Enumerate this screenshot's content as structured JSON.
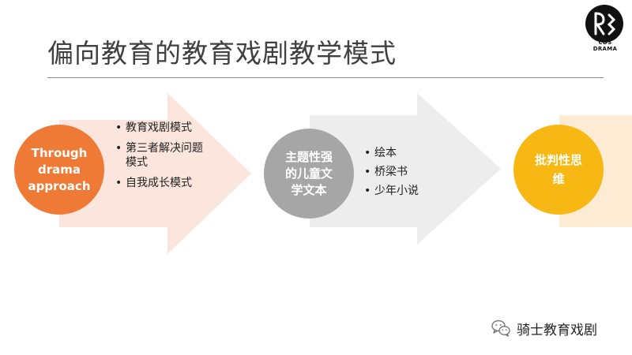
{
  "slide": {
    "title": "偏向教育的教育戏剧教学模式"
  },
  "logo": {
    "icon": "cds-drama-logo",
    "text": "CDS DRAMA"
  },
  "flow": [
    {
      "circle_lines": [
        "Through",
        "drama",
        "approach"
      ],
      "circle_color": "#ef7a36",
      "arrow_color": "#fbe5dc",
      "bullets": [
        "教育戏剧模式",
        "第三者解决问题模式",
        "自我成长模式"
      ]
    },
    {
      "circle_lines": [
        "主题性强",
        "的儿童文",
        "学文本"
      ],
      "circle_color": "#a6a6a6",
      "arrow_color": "#ededed",
      "bullets": [
        "绘本",
        "桥梁书",
        "少年小说"
      ]
    },
    {
      "circle_lines": [
        "批判性思",
        "维"
      ],
      "circle_color": "#f8b814",
      "arrow_color": "#fdebd3",
      "bullets": []
    }
  ],
  "watermark": {
    "icon": "wechat-icon",
    "text": "骑士教育戏剧"
  }
}
